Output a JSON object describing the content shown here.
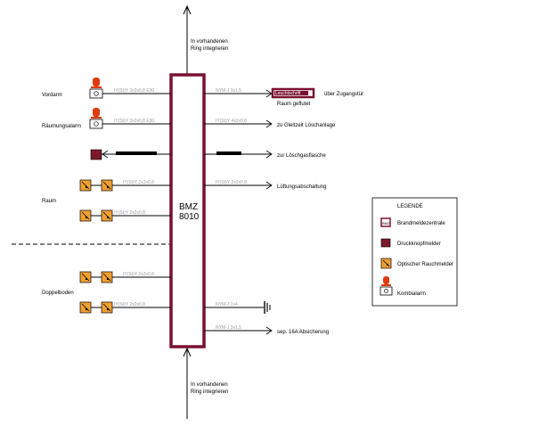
{
  "bmz": {
    "line1": "BMZ",
    "line2": "8010"
  },
  "ring_top": {
    "line1": "In vorhandenen",
    "line2": "Ring integrieren"
  },
  "ring_bottom": {
    "line1": "In vorhandenen",
    "line2": "Ring integrieren"
  },
  "left_labels": {
    "vordarm": "Vordarm",
    "raeumung": "Räumungsalarm",
    "raum": "Raum",
    "doppelboden": "Doppelboden"
  },
  "left_cables": {
    "c1": "IY(St)Y 3x2x0,8 E30",
    "c2": "IY(St)Y 3x2x0,8 E30",
    "c3": "IY(St)Y 2x2x0,8",
    "c4": "IY(St)Y 2x2x0,8",
    "c5": "IY(St)Y 2x2x0,8",
    "c6": "IY(St)Y 2x2x0,8"
  },
  "right_cables": {
    "r1": "NYM-J 3x1,5",
    "r2": "IY(St)Y 4x2x0,8",
    "r4": "IY(St)Y 2x2x0,8",
    "r5": "NYM-J 1x4",
    "r6": "NYM-J 3x1,5"
  },
  "right_labels": {
    "signal_box": "Leuchtschrift",
    "signal_sub": "Raum geflutet",
    "signal_target": "über Zugangstür",
    "gleitzeit": "zu Gleitzeit Löschanlage",
    "loeschgas": "zur Löschgasflasche",
    "lueftung": "Lüftungsabschaltung",
    "absicherung": "sep. 16A Absicherung"
  },
  "legend": {
    "title": "LEGENDE",
    "items": [
      {
        "icon": "bmz-icon",
        "label": "Brandmeldezentrale"
      },
      {
        "icon": "druckknopf-icon",
        "label": "Druckknopfmelder"
      },
      {
        "icon": "rauchmelder-icon",
        "label": "Optischer Rauchmelder"
      },
      {
        "icon": "kombialarm-icon",
        "label": "Kombialarm"
      }
    ]
  },
  "colors": {
    "bmz_border": "#7a1030",
    "druckknopf": "#7a1a2a",
    "rauchmelder": "#f0a030",
    "beacon": "#e03a10",
    "cable_text": "#9a9a9a"
  }
}
